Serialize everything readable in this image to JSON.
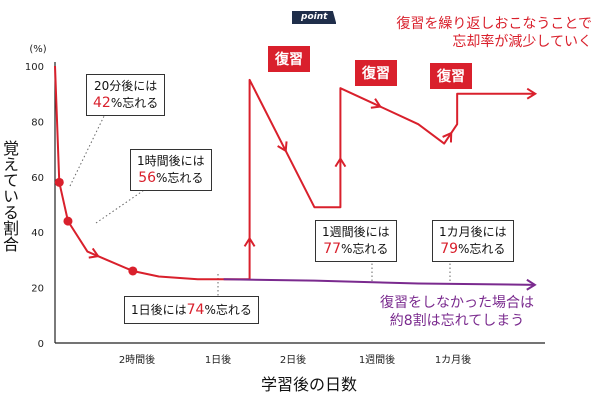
{
  "chart_data": {
    "type": "line",
    "ylabel": "覚えている割合",
    "xlabel": "学習後の日数",
    "y_unit": "(%)",
    "ylim": [
      0,
      100
    ],
    "yticks": [
      0,
      20,
      40,
      60,
      80,
      100
    ],
    "xticks": [
      "2時間後",
      "1日後",
      "2日後",
      "1週間後",
      "1カ月後"
    ],
    "series": [
      {
        "color": "#d9202c",
        "x": [
          0,
          0.33,
          1,
          2.5,
          4,
          6,
          8,
          11,
          13,
          15,
          15,
          20,
          22,
          22,
          28,
          30,
          30,
          31,
          31,
          37
        ],
        "y": [
          100,
          58,
          44,
          33,
          30,
          26,
          24,
          23,
          23,
          23,
          95,
          49,
          49,
          92,
          79,
          72,
          72,
          79,
          90,
          90
        ]
      },
      {
        "color": "#7a2a8e",
        "x": [
          13,
          20,
          28,
          37
        ],
        "y": [
          23,
          22.5,
          21.5,
          21
        ]
      }
    ],
    "markers": [
      {
        "x": 0.33,
        "y": 58
      },
      {
        "x": 1,
        "y": 44
      },
      {
        "x": 6,
        "y": 26
      }
    ]
  },
  "annotations": {
    "after_20min": {
      "line1": "20分後には",
      "pct": "42",
      "suffix": "%忘れる"
    },
    "after_1hour": {
      "line1": "1時間後には",
      "pct": "56",
      "suffix": "%忘れる"
    },
    "after_1day": {
      "line1": "1日後には",
      "pct": "74",
      "suffix": "%忘れる"
    },
    "after_1week": {
      "line1": "1週間後には",
      "pct": "77",
      "suffix": "%忘れる"
    },
    "after_1month": {
      "line1": "1カ月後には",
      "pct": "79",
      "suffix": "%忘れる"
    }
  },
  "review_label": "復習",
  "point": {
    "tag": "point",
    "line1": "復習を繰り返しおこなうことで",
    "line2": "忘却率が減少していく"
  },
  "no_review": {
    "line1": "復習をしなかった場合は",
    "line2": "約8割は忘れてしまう"
  },
  "colors": {
    "review": "#d9202c",
    "no_review": "#7a2a8e",
    "point_tag": "#1f2e4a"
  }
}
